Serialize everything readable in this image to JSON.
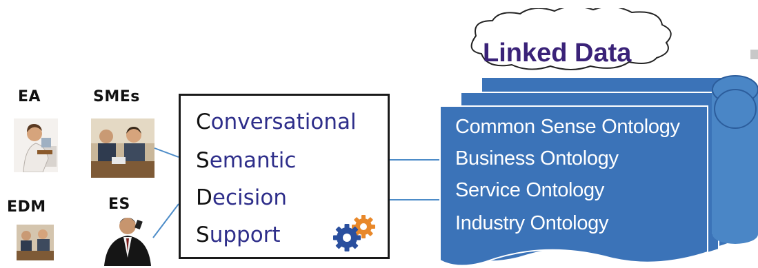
{
  "actors": {
    "ea": "EA",
    "smes": "SMEs",
    "edm": "EDM",
    "es": "ES"
  },
  "csds": {
    "lines": [
      {
        "initial": "C",
        "rest": "onversational"
      },
      {
        "initial": "S",
        "rest": "emantic"
      },
      {
        "initial": "D",
        "rest": "ecision"
      },
      {
        "initial": "S",
        "rest": "upport"
      }
    ]
  },
  "cloud": {
    "title": "Linked Data"
  },
  "ontologies": [
    "Common Sense Ontology",
    "Business Ontology",
    "Service Ontology",
    "Industry Ontology"
  ],
  "colors": {
    "doc_blue": "#3b73b8",
    "doc_blue_dark": "#2c5d9c",
    "connector": "#4d8cc8",
    "cloud_title": "#3a2278",
    "gear_blue": "#2a4f9e",
    "gear_orange": "#e8882a"
  },
  "icons": [
    "gears-icon",
    "cloud-icon",
    "cylinder-icon"
  ]
}
